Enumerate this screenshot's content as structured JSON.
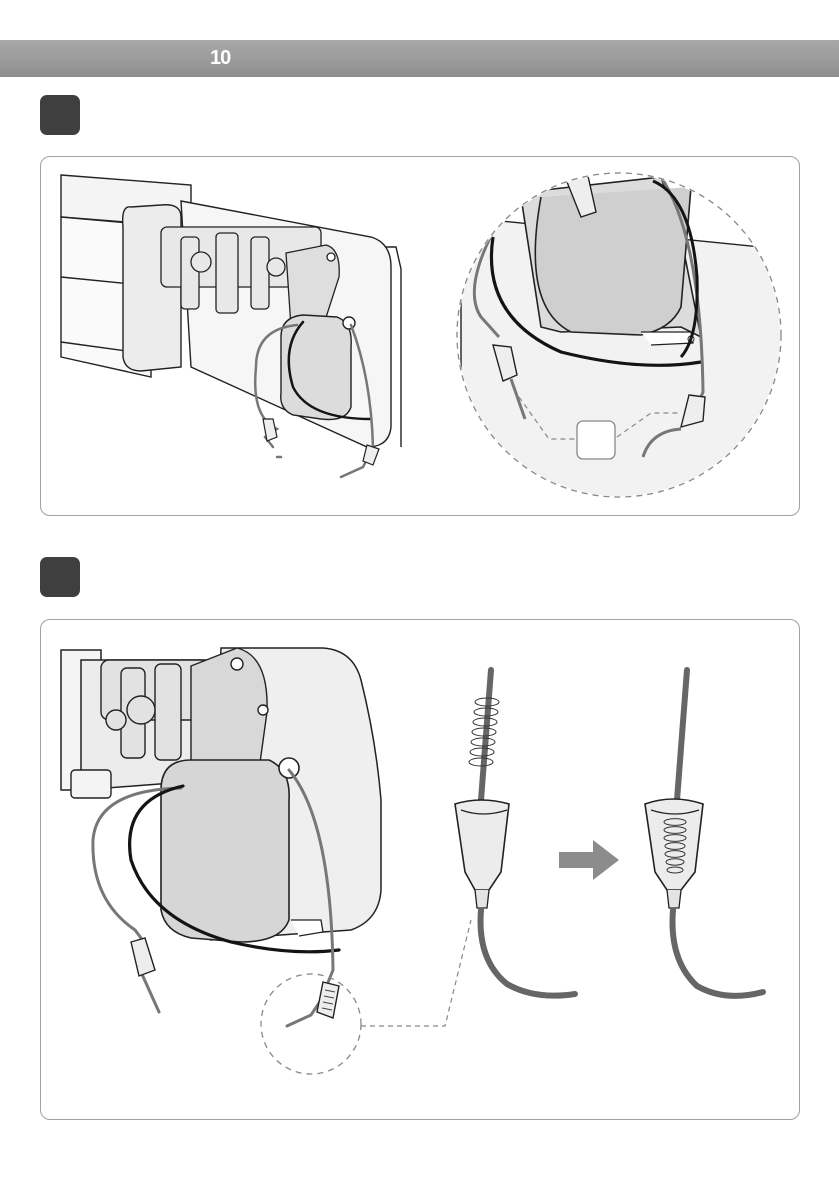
{
  "header": {
    "page_number": "10"
  },
  "steps": [
    {
      "badge": ""
    },
    {
      "badge": ""
    }
  ],
  "callout": {
    "label": ""
  },
  "colors": {
    "header_bar": "#9a9a9a",
    "badge": "#3f3f3f",
    "panel_border": "#a0a0a0",
    "wire_gray": "#777777",
    "wire_black": "#141414",
    "arrow": "#8c8c8c"
  },
  "icons": [
    "gear-motor-assembly",
    "magnifier-callout",
    "spring-contact",
    "right-arrow-icon"
  ]
}
